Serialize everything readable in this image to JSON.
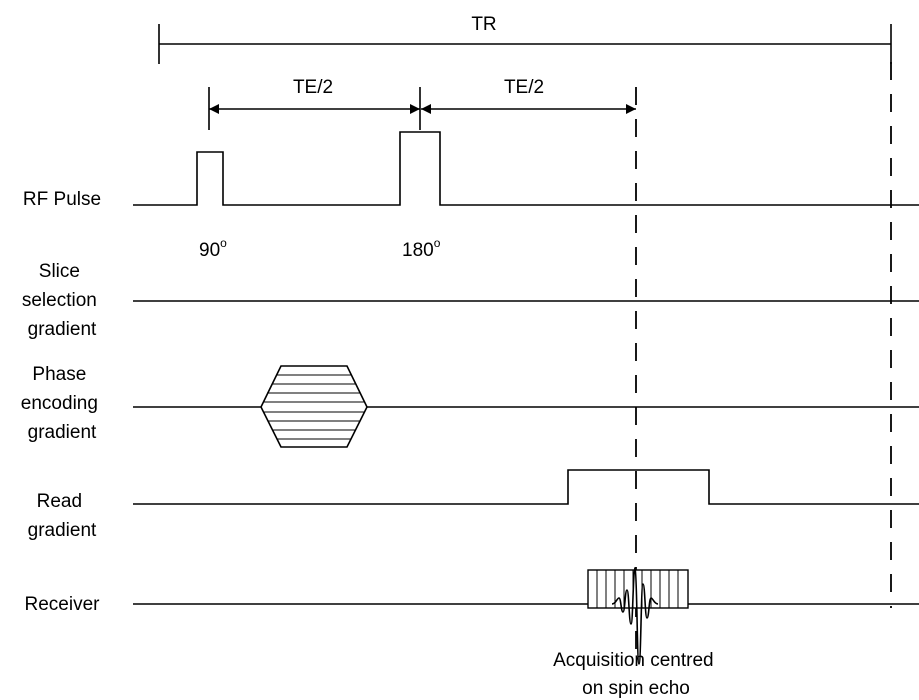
{
  "timing": {
    "tr": "TR",
    "te_half_1": "TE/2",
    "te_half_2": "TE/2"
  },
  "rf": {
    "pulse_1": "90",
    "pulse_2": "180",
    "degree_mark": "o"
  },
  "rows": {
    "rf_pulse": [
      "RF Pulse"
    ],
    "slice": [
      "Slice",
      "selection",
      "gradient"
    ],
    "phase": [
      "Phase",
      "encoding",
      "gradient"
    ],
    "read": [
      "Read",
      "gradient"
    ],
    "receiver": [
      "Receiver"
    ]
  },
  "annotation": {
    "line_1": "Acquisition centred",
    "line_2": "on spin echo"
  }
}
